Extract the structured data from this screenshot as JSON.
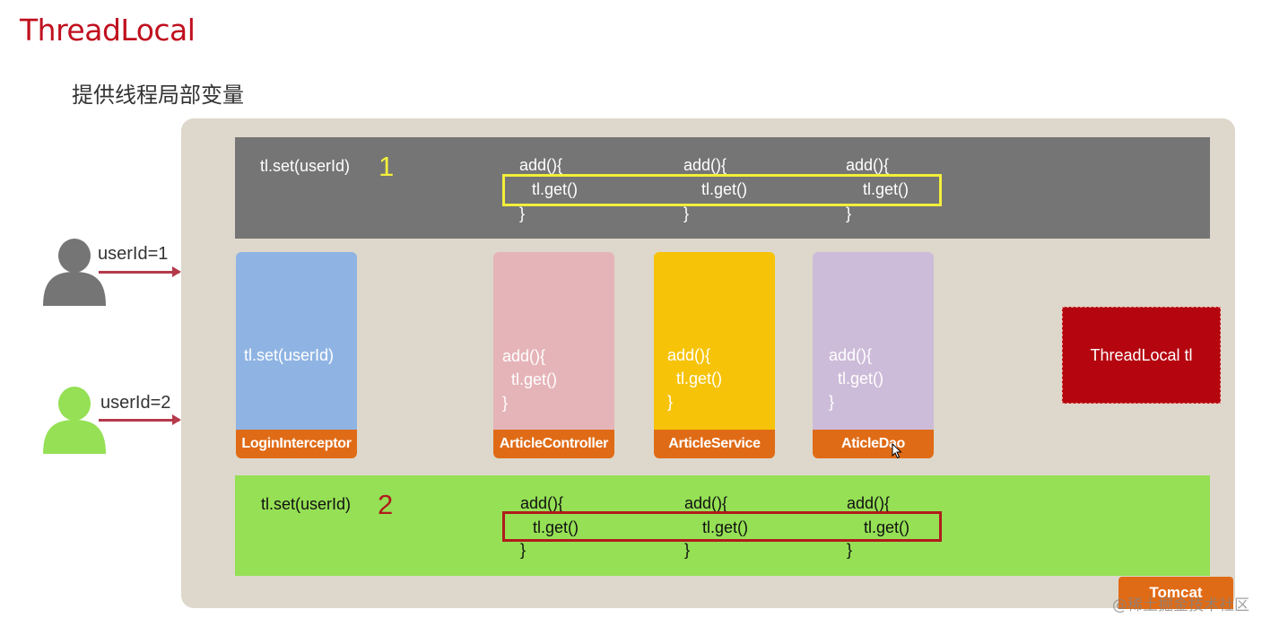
{
  "page": {
    "title": "ThreadLocal",
    "subtitle": "提供线程局部变量"
  },
  "thread1": {
    "set_code": "tl.set(userId)",
    "number": "1",
    "methods": [
      {
        "open": "add(){",
        "get": "tl.get()",
        "close": "}"
      },
      {
        "open": "add(){",
        "get": "tl.get()",
        "close": "}"
      },
      {
        "open": "add(){",
        "get": "tl.get()",
        "close": "}"
      }
    ],
    "highlight_color": "#f3ef3a",
    "number_color": "#f3ef3a"
  },
  "thread2": {
    "set_code": "tl.set(userId)",
    "number": "2",
    "methods": [
      {
        "open": "add(){",
        "get": "tl.get()",
        "close": "}"
      },
      {
        "open": "add(){",
        "get": "tl.get()",
        "close": "}"
      },
      {
        "open": "add(){",
        "get": "tl.get()",
        "close": "}"
      }
    ],
    "highlight_color": "#b01c1c",
    "number_color": "#b01c1c"
  },
  "users": [
    {
      "label": "userId=1",
      "color": "#757575"
    },
    {
      "label": "userId=2",
      "color": "#95e055"
    }
  ],
  "components": [
    {
      "name": "LoginInterceptor",
      "code": "tl.set(userId)",
      "color": "#8fb4e3"
    },
    {
      "name": "ArticleController",
      "code_lines": [
        "add(){",
        "  tl.get()",
        "}"
      ],
      "color": "#e5b4b8"
    },
    {
      "name": "ArticleService",
      "code_lines": [
        "add(){",
        "  tl.get()",
        "}"
      ],
      "color": "#f6c309"
    },
    {
      "name": "AticleDao",
      "code_lines": [
        "add(){",
        "  tl.get()",
        "}"
      ],
      "color": "#cdbcd9"
    }
  ],
  "threadlocal_box": {
    "label": "ThreadLocal   tl",
    "color": "#b5060f"
  },
  "tomcat_label": "Tomcat",
  "watermark": "@稀土掘金技术社区"
}
